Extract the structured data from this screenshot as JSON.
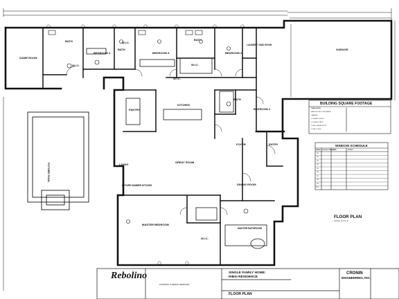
{
  "rooms": {
    "game_room": "GAME ROOM",
    "bedroom_4": "BEDROOM 4",
    "bedroom_3": "BEDROOM 3",
    "bedroom_2_top": "BEDROOM 2",
    "bedroom_2": "BEDROOM 2",
    "bath_a": "BATH",
    "bath_b": "BATH",
    "bath_c": "BATH",
    "bath_d": "BATH",
    "wic_a": "W.I.C.",
    "wic_b": "W.I.C.",
    "wic_c": "W.I.C.",
    "wic_d": "W.I.C.",
    "laundry": "LAUNDRY / MUD ROOM",
    "garage": "GARAGE",
    "pantry": "PANTRY",
    "kitchen": "KITCHEN",
    "living": "LIVING",
    "great_room": "GREAT ROOM",
    "dining_room": "DINING ROOM",
    "foyer": "FOYER",
    "entry": "ENTRY",
    "future_summer_kitchen": "FUTURE SUMMER KITCHEN",
    "master_bedroom": "MASTER BEDROOM",
    "master_bathroom": "MASTER BATHROOM",
    "master_wic": "W.I.C.",
    "future_pool": "FUTURE POOL"
  },
  "sqft": {
    "title": "BUILDING SQUARE FOOTAGE",
    "tabulation": "TABULATION",
    "rows": [
      "MAIN HOUSE LIVING AREA",
      "GARAGE",
      "COVERED ENTRY",
      "COVERED PATIO",
      "TOTAL UNDER ROOF",
      "TOTAL LIVING"
    ]
  },
  "window_schedule": {
    "title": "WINDOW SCHEDULE",
    "headers": [
      "MARK",
      "ROUGH OPENING",
      "TYPE",
      "NOTES"
    ],
    "marks": [
      "W1",
      "W2",
      "W3",
      "W4",
      "W5",
      "W6",
      "W7",
      "W8",
      "W9",
      "W10"
    ]
  },
  "sheet_title": {
    "title": "FLOOR PLAN",
    "scale": "SCALE: 1/4\"=1'-0\""
  },
  "title_block": {
    "logo": "Rebolino",
    "logo_sub": "PLANNING & DESIGN SERVICES",
    "project_line1": "SINGLE FAMILY HOME:",
    "project_line2": "RIBSI RESIDENCE",
    "drawing": "FLOOR PLAN",
    "engineer_line1": "CRONIN",
    "engineer_line2": "ENGINEERING, INC."
  }
}
